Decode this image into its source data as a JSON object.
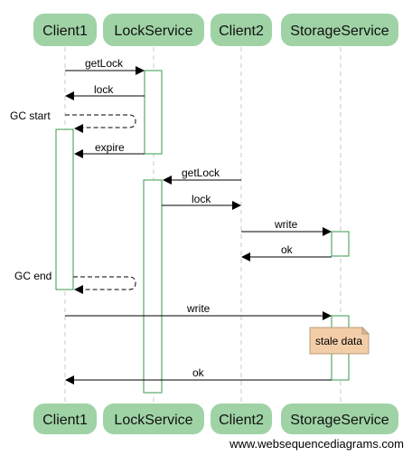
{
  "participants": [
    {
      "id": "client1",
      "label": "Client1"
    },
    {
      "id": "lock",
      "label": "LockService"
    },
    {
      "id": "client2",
      "label": "Client2"
    },
    {
      "id": "storage",
      "label": "StorageService"
    }
  ],
  "messages": [
    {
      "from": "client1",
      "to": "lock",
      "label": "getLock",
      "style": "solid"
    },
    {
      "from": "lock",
      "to": "client1",
      "label": "lock",
      "style": "solid"
    },
    {
      "from": "client1",
      "to": "client1",
      "label": "GC start",
      "style": "dashed-self"
    },
    {
      "from": "lock",
      "to": "client1",
      "label": "expire",
      "style": "solid"
    },
    {
      "from": "client2",
      "to": "lock",
      "label": "getLock",
      "style": "solid"
    },
    {
      "from": "lock",
      "to": "client2",
      "label": "lock",
      "style": "solid"
    },
    {
      "from": "client2",
      "to": "storage",
      "label": "write",
      "style": "solid"
    },
    {
      "from": "storage",
      "to": "client2",
      "label": "ok",
      "style": "solid"
    },
    {
      "from": "client1",
      "to": "client1",
      "label": "GC end",
      "style": "dashed-self"
    },
    {
      "from": "client1",
      "to": "storage",
      "label": "write",
      "style": "solid"
    },
    {
      "from": "storage",
      "to": "client1",
      "label": "ok",
      "style": "solid"
    }
  ],
  "note": {
    "text": "stale data"
  },
  "footer": "www.websequencediagrams.com"
}
